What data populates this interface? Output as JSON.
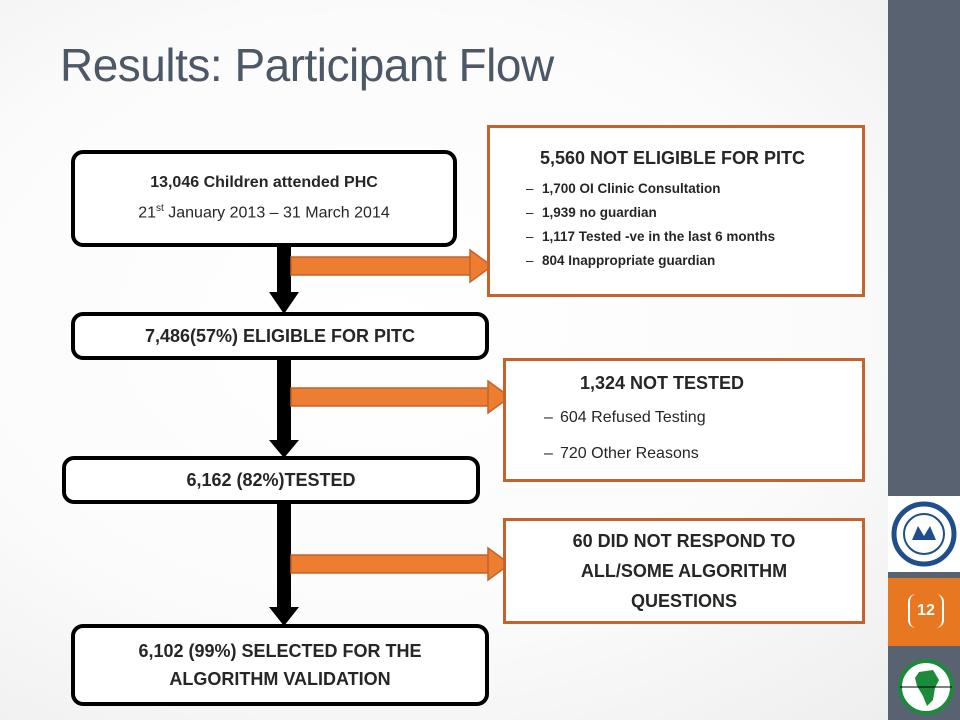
{
  "title": "Results: Participant Flow",
  "slide_number": "12",
  "flow": {
    "box1": {
      "line1": "13,046 Children attended PHC",
      "line2_pre": "21",
      "line2_sup": "st",
      "line2_post": " January 2013 – 31 March 2014"
    },
    "box2": {
      "text": "7,486(57%) ELIGIBLE FOR PITC"
    },
    "box3": {
      "text": "6,162 (82%)TESTED"
    },
    "box4": {
      "line1": "6,102 (99%)  SELECTED FOR THE",
      "line2": "ALGORITHM VALIDATION"
    }
  },
  "exclusions": {
    "not_eligible": {
      "heading": "5,560 NOT ELIGIBLE FOR PITC",
      "items": [
        "1,700 OI Clinic Consultation",
        "1,939 no guardian",
        "1,117 Tested  -ve in the last 6 months",
        " 804  Inappropriate guardian"
      ]
    },
    "not_tested": {
      "heading": "1,324 NOT TESTED",
      "items": [
        "604 Refused Testing",
        "720 Other Reasons"
      ]
    },
    "no_response": {
      "lines": [
        "60 DID NOT RESPOND TO",
        "ALL/SOME ALGORITHM",
        "QUESTIONS"
      ]
    }
  },
  "colors": {
    "side_arrow": "#ed7d31",
    "side_border": "#c4632b",
    "sidebar": "#596270",
    "tab": "#e87722"
  }
}
